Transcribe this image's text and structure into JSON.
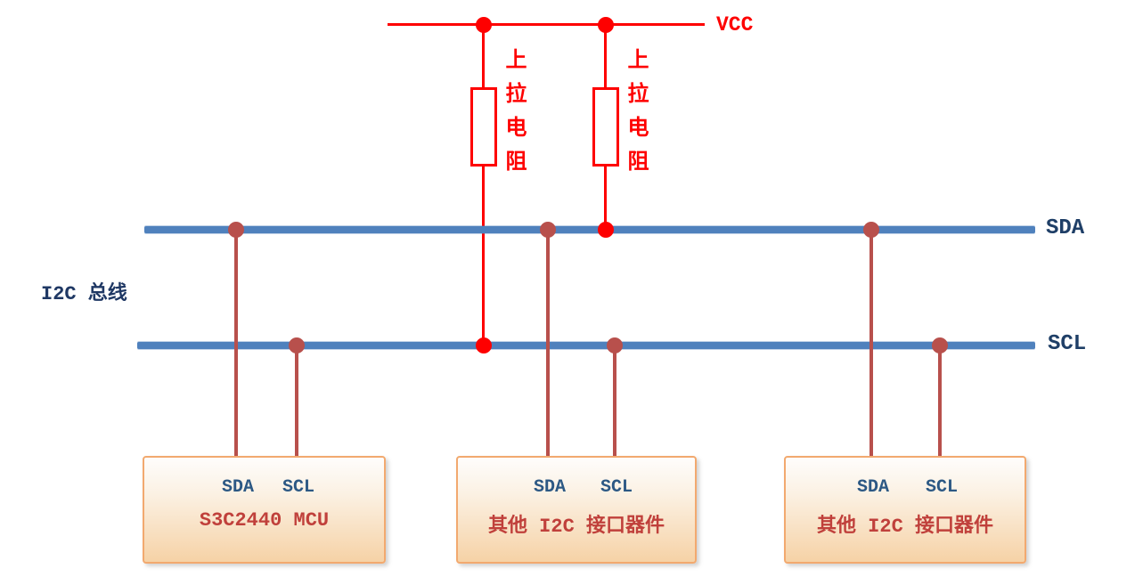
{
  "labels": {
    "vcc": "VCC",
    "pullup_resistor": "上拉电阻",
    "bus_name": "I2C 总线",
    "sda": "SDA",
    "scl": "SCL"
  },
  "devices": [
    {
      "title": "S3C2440 MCU",
      "pins": [
        "SDA",
        "SCL"
      ]
    },
    {
      "title": "其他 I2C 接口器件",
      "pins": [
        "SDA",
        "SCL"
      ]
    },
    {
      "title": "其他 I2C 接口器件",
      "pins": [
        "SDA",
        "SCL"
      ]
    }
  ],
  "colors": {
    "vcc_circuit": "#FE0000",
    "bus_line": "#4F81BD",
    "device_connector": "#B8504C",
    "bus_label_text": "#1F3F67",
    "device_title_text": "#C0403B",
    "device_box_border": "#F2A96F",
    "device_box_fill_bottom": "#F6D2A6"
  }
}
